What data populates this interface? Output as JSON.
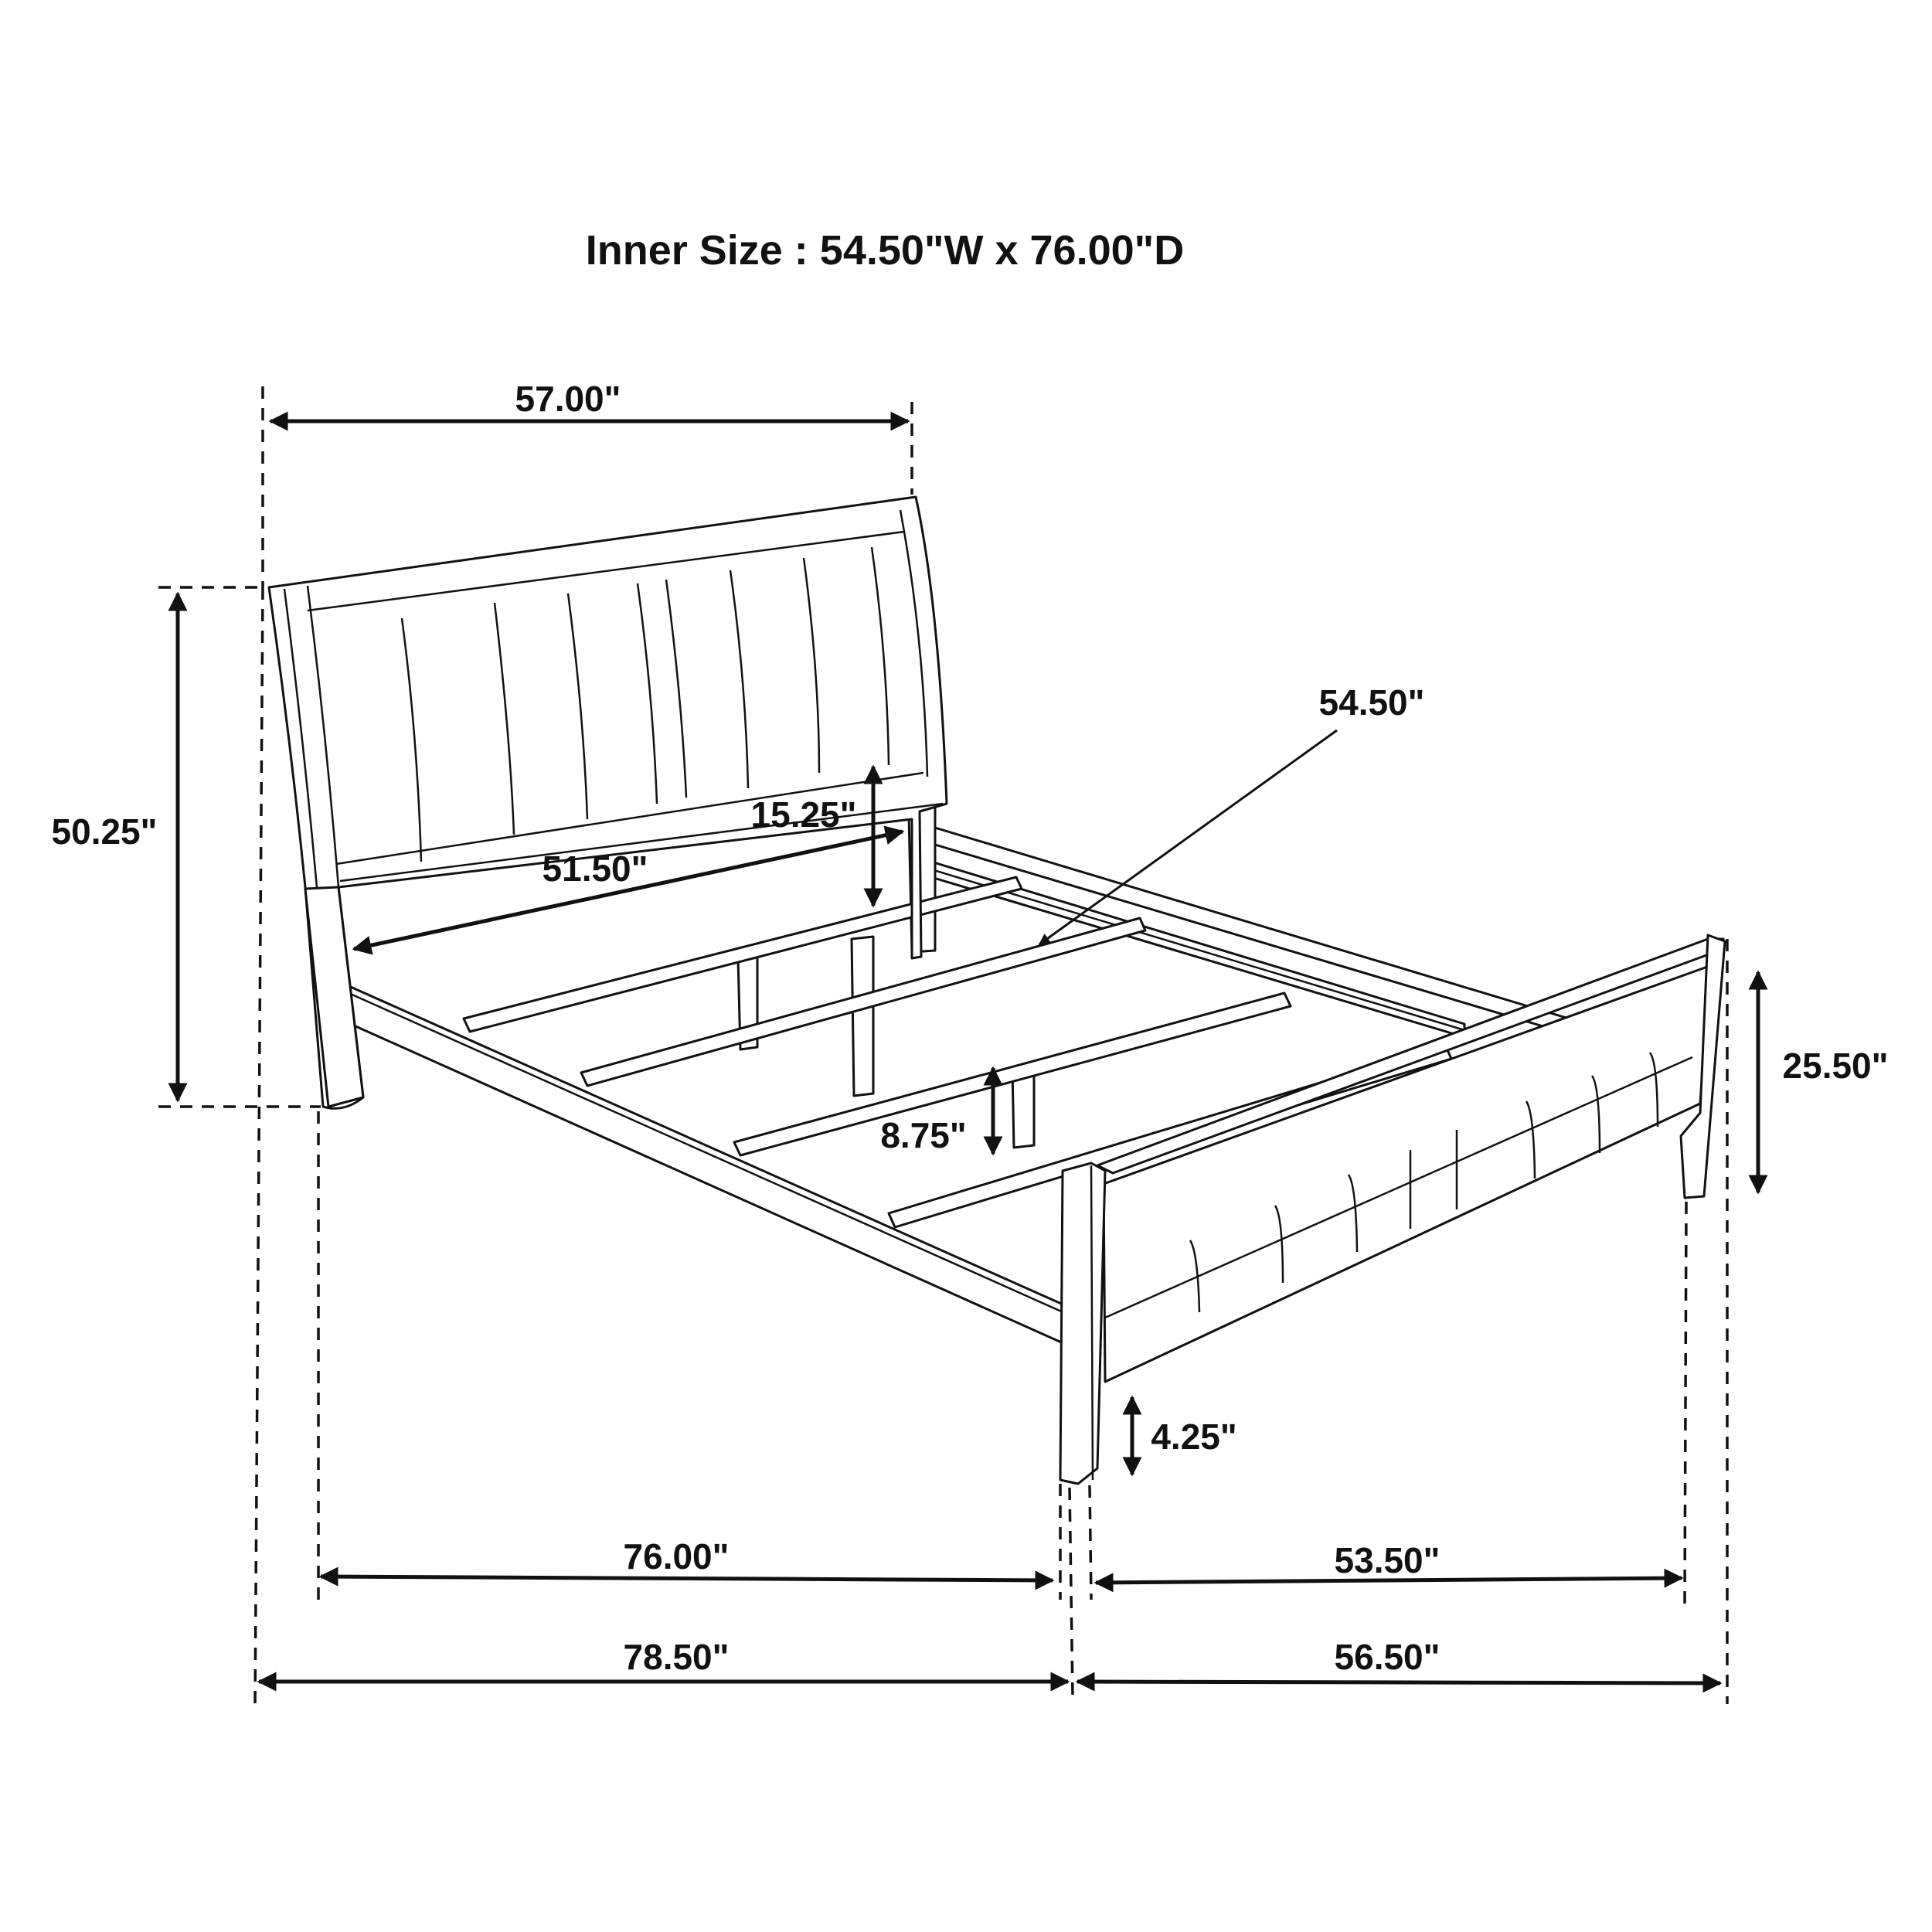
{
  "diagram": {
    "subject": "Bed frame with sleigh headboard and upholstered panels",
    "title": "Inner Size : 54.50\"W x 76.00\"D",
    "colors": {
      "line": "#111111",
      "background": "#ffffff"
    },
    "dimensions": {
      "headboard_width": "57.00\"",
      "headboard_height": "50.25\"",
      "headboard_panel_clearance": "15.25\"",
      "headboard_inner_width": "51.50\"",
      "slat_length": "54.50\"",
      "rail_to_floor": "8.75\"",
      "footboard_height": "25.50\"",
      "footboard_clearance": "4.25\"",
      "inner_length": "76.00\"",
      "footboard_inner_width": "53.50\"",
      "overall_length": "78.50\"",
      "overall_width": "56.50\""
    }
  }
}
